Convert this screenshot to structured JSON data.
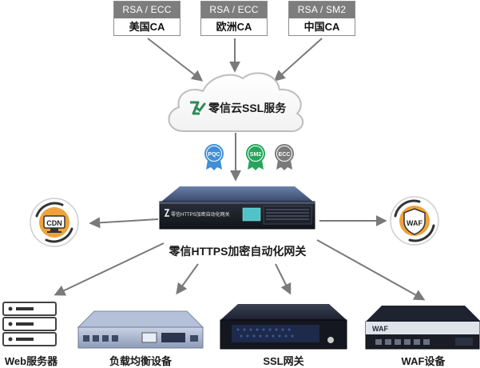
{
  "ca_sources": [
    {
      "algo": "RSA / ECC",
      "name": "美国CA"
    },
    {
      "algo": "RSA / ECC",
      "name": "欧洲CA"
    },
    {
      "algo": "RSA / SM2",
      "name": "中国CA"
    }
  ],
  "cloud": {
    "label": "零信云SSL服务"
  },
  "badges": [
    "PQC",
    "SM2",
    "ECC"
  ],
  "gateway": {
    "label": "零信HTTPS加密自动化网关",
    "panel_text": "零信HTTPS加密自动化网关"
  },
  "side_nodes": {
    "cdn": "CDN",
    "waf": "WAF"
  },
  "devices": [
    {
      "label": "Web服务器"
    },
    {
      "label": "负载均衡设备"
    },
    {
      "label": "SSL网关"
    },
    {
      "label": "WAF设备",
      "panel_text": "WAF"
    }
  ],
  "colors": {
    "ca_header": "#7d7d7d",
    "arrow": "#7a7a7a",
    "cloud_stroke": "#bdbdbd",
    "logo_green": "#2e8b57",
    "pqc": "#3f8fd6",
    "sm2": "#25a65a",
    "ecc": "#7a7a7a",
    "icon_orange": "#f0a23a"
  }
}
